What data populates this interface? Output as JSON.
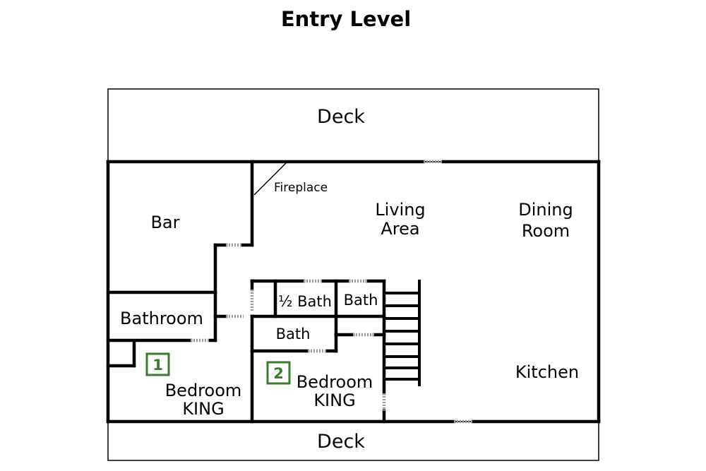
{
  "title": "Entry Level",
  "rooms": {
    "deck_top": "Deck",
    "deck_bottom": "Deck",
    "bar": "Bar",
    "fireplace": "Fireplace",
    "living_line1": "Living",
    "living_line2": "Area",
    "dining_line1": "Dining",
    "dining_line2": "Room",
    "bathroom": "Bathroom",
    "half_bath": "½ Bath",
    "bath_a": "Bath",
    "bath_b": "Bath",
    "kitchen": "Kitchen",
    "bedroom1_line1": "Bedroom",
    "bedroom1_line2": "KING",
    "bedroom2_line1": "Bedroom",
    "bedroom2_line2": "KING"
  },
  "badges": [
    {
      "label": "1"
    },
    {
      "label": "2"
    }
  ],
  "colors": {
    "badge": "#3a7d2c",
    "walls": "#000000",
    "doors": "#9a9a9a"
  }
}
